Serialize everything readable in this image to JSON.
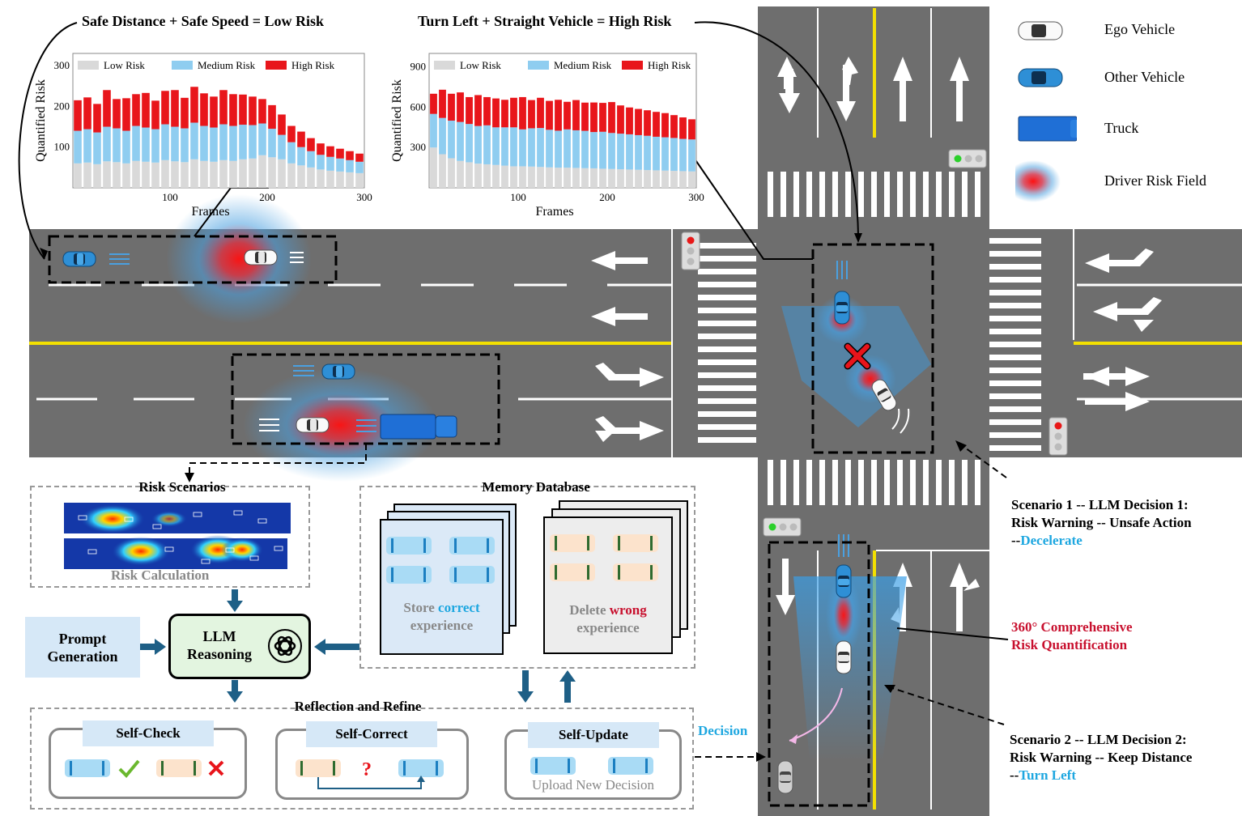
{
  "titles": {
    "left": "Safe Distance + Safe Speed =  Low Risk",
    "middle": "Turn Left + Straight Vehicle = High Risk"
  },
  "legend": {
    "ego": "Ego Vehicle",
    "other": "Other Vehicle",
    "truck": "Truck",
    "risk_field": "Driver Risk Field"
  },
  "chart_data": [
    {
      "type": "bar",
      "stacked": true,
      "legend": [
        "Low Risk",
        "Medium Risk",
        "High Risk"
      ],
      "colors": [
        "#d9d9d9",
        "#8fcdf0",
        "#e8161b"
      ],
      "ylabel": "Quantified Risk",
      "xlabel": "Frames",
      "yticks": [
        100,
        200,
        300
      ],
      "xticks": [
        100,
        200,
        300
      ],
      "xlim": [
        0,
        300
      ],
      "ylim": [
        0,
        330
      ],
      "x": [
        5,
        15,
        25,
        35,
        45,
        55,
        65,
        75,
        85,
        95,
        105,
        115,
        125,
        135,
        145,
        155,
        165,
        175,
        185,
        195,
        205,
        215,
        225,
        235,
        245,
        255,
        265,
        275,
        285,
        295
      ],
      "series": [
        {
          "name": "Low Risk",
          "values": [
            60,
            62,
            58,
            65,
            63,
            60,
            66,
            64,
            62,
            68,
            65,
            63,
            70,
            66,
            64,
            68,
            66,
            70,
            72,
            80,
            75,
            70,
            60,
            55,
            50,
            45,
            42,
            40,
            38,
            36
          ]
        },
        {
          "name": "Medium Risk",
          "values": [
            80,
            82,
            78,
            85,
            83,
            80,
            86,
            84,
            82,
            88,
            85,
            83,
            90,
            86,
            84,
            88,
            86,
            85,
            82,
            78,
            70,
            60,
            52,
            45,
            40,
            36,
            34,
            32,
            30,
            28
          ]
        },
        {
          "name": "High Risk",
          "values": [
            75,
            78,
            70,
            90,
            72,
            80,
            78,
            85,
            70,
            82,
            90,
            75,
            88,
            80,
            76,
            84,
            78,
            74,
            70,
            60,
            58,
            50,
            40,
            38,
            32,
            28,
            26,
            24,
            22,
            20
          ]
        }
      ]
    },
    {
      "type": "bar",
      "stacked": true,
      "legend": [
        "Low Risk",
        "Medium Risk",
        "High Risk"
      ],
      "colors": [
        "#d9d9d9",
        "#8fcdf0",
        "#e8161b"
      ],
      "ylabel": "Quantified Risk",
      "xlabel": "Frames",
      "yticks": [
        300,
        600,
        900
      ],
      "xticks": [
        100,
        200,
        300
      ],
      "xlim": [
        0,
        300
      ],
      "ylim": [
        0,
        1000
      ],
      "x": [
        5,
        15,
        25,
        35,
        45,
        55,
        65,
        75,
        85,
        95,
        105,
        115,
        125,
        135,
        145,
        155,
        165,
        175,
        185,
        195,
        205,
        215,
        225,
        235,
        245,
        255,
        265,
        275,
        285,
        295
      ],
      "series": [
        {
          "name": "Low Risk",
          "values": [
            300,
            250,
            220,
            200,
            190,
            180,
            175,
            170,
            165,
            160,
            160,
            158,
            155,
            152,
            150,
            150,
            148,
            146,
            145,
            142,
            140,
            138,
            136,
            134,
            132,
            130,
            128,
            126,
            124,
            122
          ]
        },
        {
          "name": "Medium Risk",
          "values": [
            250,
            270,
            280,
            290,
            285,
            280,
            290,
            280,
            285,
            290,
            275,
            285,
            290,
            280,
            275,
            285,
            280,
            278,
            270,
            275,
            268,
            265,
            262,
            258,
            255,
            250,
            248,
            245,
            240,
            238
          ]
        },
        {
          "name": "High Risk",
          "values": [
            150,
            210,
            200,
            220,
            200,
            230,
            210,
            215,
            205,
            220,
            240,
            210,
            225,
            215,
            230,
            205,
            225,
            210,
            220,
            215,
            230,
            210,
            200,
            195,
            190,
            185,
            180,
            170,
            160,
            150
          ]
        }
      ]
    }
  ],
  "risk_scenarios": {
    "title": "Risk Scenarios",
    "caption": "Risk Calculation"
  },
  "memory_db": {
    "title": "Memory Database",
    "store_pre": "Store ",
    "store_key": "correct",
    "store_post": "experience",
    "delete_pre": "Delete ",
    "delete_key": "wrong",
    "delete_post": "experience"
  },
  "prompt_generation": "Prompt Generation",
  "llm_reasoning": "LLM Reasoning",
  "reflection": {
    "title": "Reflection and Refine",
    "self_check": "Self-Check",
    "self_correct": "Self-Correct",
    "self_update": "Self-Update",
    "upload": "Upload New Decision"
  },
  "decision_label": "Decision",
  "scenario1": {
    "line1": "Scenario 1 -- LLM Decision 1:",
    "line2": "Risk Warning -- Unsafe Action",
    "prefix": "--",
    "action": "Decelerate"
  },
  "scenario2": {
    "line1": "Scenario 2 -- LLM Decision 2:",
    "line2": "Risk Warning -- Keep Distance",
    "prefix": "--",
    "action": "Turn Left"
  },
  "comprehensive": {
    "line1": "360° Comprehensive",
    "line2": "Risk Quantification"
  }
}
